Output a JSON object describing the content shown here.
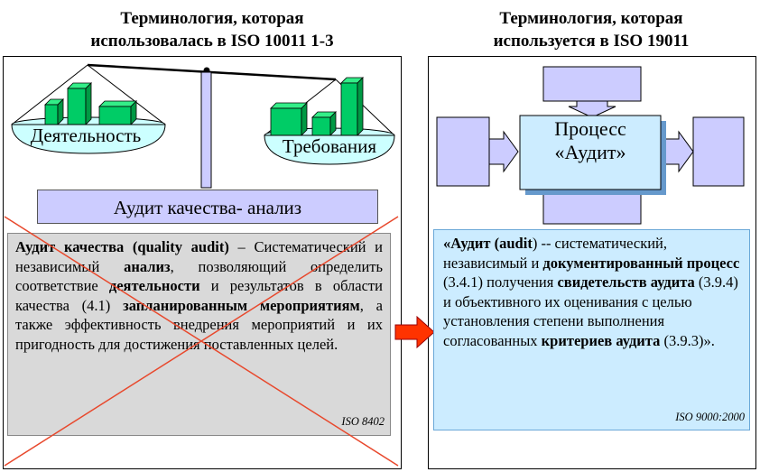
{
  "left": {
    "heading_line1": "Терминология, которая",
    "heading_line2": "использовалась в ISO 10011 1-3",
    "scale_left_label": "Деятельность",
    "scale_right_label": "Требования",
    "audit_box_label": "Аудит качества- анализ",
    "definition": {
      "term": "Аудит качества (quality audit)",
      "dash": " – ",
      "t1": "Систематический и независимый ",
      "b1": "анализ",
      "t2": ", позволяющий определить соответствие ",
      "b2": "деятельности",
      "t3": " и результатов в области качества (4.1) ",
      "b3": "запланированным мероприятиям",
      "t4": ", а также эффективность внедрения мероприятий и их пригодность для достижения поставленных целей."
    },
    "source": "ISO 8402"
  },
  "right": {
    "heading_line1": "Терминология, которая",
    "heading_line2": "используется в ISO 19011",
    "process_line1": "Процесс",
    "process_line2": "«Аудит»",
    "definition": {
      "b1": "«Аудит (audit",
      "t1": ") -- систематический, независимый и ",
      "b2": "документированный процесс",
      "t2": " (3.4.1) получения ",
      "b3": "свидетельств аудита",
      "t3": " (3.9.4) и объективного их оценивания с целью установления степени выполнения согласованных ",
      "b4": "критериев аудита",
      "t4": " (3.9.3)»."
    },
    "source": "ISO 9000:2000"
  },
  "colors": {
    "bar_green": "#00cc66",
    "lavender": "#ccccff",
    "gray_box": "#d9d9d9",
    "light_blue": "#ccecff",
    "cross_red": "#e8482c",
    "arrow_red": "#ff3300",
    "pan_cyan": "#ccffff"
  }
}
